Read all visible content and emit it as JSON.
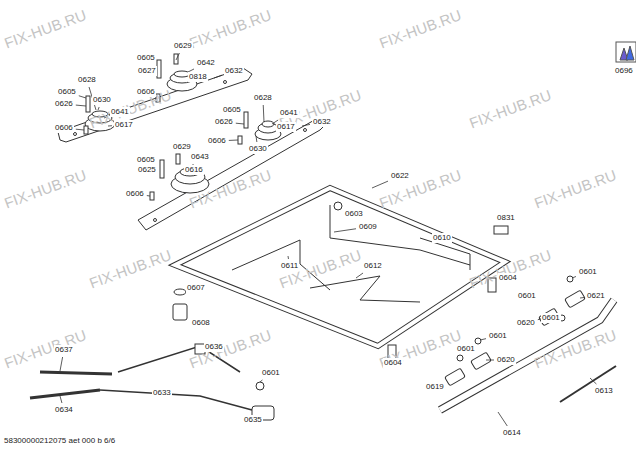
{
  "diagram": {
    "labels": [
      "0629",
      "0605",
      "0642",
      "0627",
      "0632",
      "0628",
      "0818",
      "0606",
      "0605",
      "0630",
      "0626",
      "0641",
      "0617",
      "0606",
      "0605",
      "0628",
      "0641",
      "0626",
      "0617",
      "0632",
      "0606",
      "0630",
      "0629",
      "0605",
      "0643",
      "0625",
      "0616",
      "0606",
      "0622",
      "0603",
      "0609",
      "0831",
      "0610",
      "0611",
      "0612",
      "0604",
      "0601",
      "0601",
      "0621",
      "0601",
      "0620",
      "0607",
      "0608",
      "0601",
      "0601",
      "0620",
      "0604",
      "0619",
      "0613",
      "0614",
      "0636",
      "0637",
      "0601",
      "0633",
      "0634",
      "0635",
      "0696",
      "58300000212075 aet 000 b 6/6",
      "FIX-HUB.RU",
      "FIX-HUB.RU",
      "FIX-HUB.RU",
      "FIX-HUB.RU",
      "FIX-HUB.RU",
      "FIX-HUB.RU",
      "FIX-HUB.RU",
      "FIX-HUB.RU",
      "FIX-HUB.RU",
      "FIX-HUB.RU",
      "FIX-HUB.RU",
      "FIX-HUB.RU",
      "FIX-HUB.RU",
      "FIX-HUB.RU",
      "FIX-HUB.RU",
      "FIX-HUB.RU",
      "FIX-HUB.RU"
    ]
  }
}
